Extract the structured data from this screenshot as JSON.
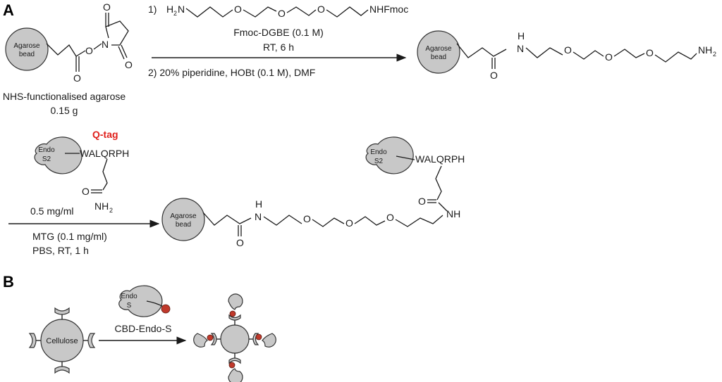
{
  "panels": {
    "a": "A",
    "b": "B"
  },
  "step1": {
    "reagent_num": "1)",
    "amine_left": "H",
    "amine_left_sub": "2",
    "amine_left_n": "N",
    "amine_right": "NHFmoc",
    "reagent_name": "Fmoc-DGBE (0.1 M)",
    "conditions": "RT, 6 h",
    "step2": "2)  20% piperidine, HOBt (0.1 M), DMF",
    "ester_o1": "O",
    "ester_o2": "O",
    "ester_n": "N",
    "ester_o3": "O",
    "ester_o4": "O"
  },
  "nhs_bead": {
    "label_line1": "Agarose",
    "label_line2": "bead",
    "caption": "NHS-functionalised agarose",
    "mass": "0.15 g"
  },
  "product1": {
    "bead_line1": "Agarose",
    "bead_line2": "bead",
    "nh_h": "H",
    "nh_n": "N",
    "carbonyl_o": "O",
    "o1": "O",
    "o2": "O",
    "o3": "O",
    "nh2": "NH",
    "nh2_sub": "2"
  },
  "qtag": {
    "title": "Q-tag",
    "enzyme_line1": "Endo",
    "enzyme_line2": "S2",
    "peptide": "WALQRPH",
    "carbonyl_o": "O",
    "amide_nh": "NH",
    "amide_sub": "2",
    "conc": "0.5 mg/ml",
    "mtg": "MTG (0.1 mg/ml)",
    "buffer": "PBS, RT, 1 h"
  },
  "product2": {
    "enzyme_line1": "Endo",
    "enzyme_line2": "S2",
    "peptide": "WALQRPH",
    "bead_line1": "Agarose",
    "bead_line2": "bead",
    "nh_h": "H",
    "nh_n": "N",
    "carbonyl_o1": "O",
    "o1": "O",
    "o2": "O",
    "o3": "O",
    "nh_end": "NH",
    "carbonyl_o2": "O"
  },
  "panel_b": {
    "cellulose": "Cellulose",
    "enzyme_line1": "Endo",
    "enzyme_line2": "S",
    "reagent": "CBD-Endo-S"
  },
  "colors": {
    "qtag": "#e0201b",
    "bead_fill": "#c8c8c8",
    "cbd_dot": "#c0392b"
  }
}
